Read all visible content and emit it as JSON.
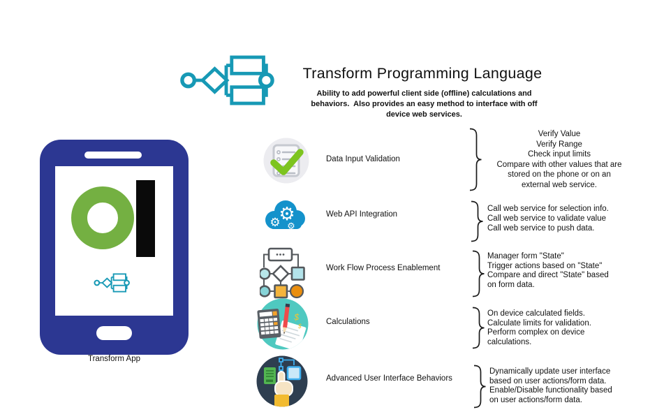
{
  "header": {
    "title": "Transform Programming Language",
    "subtitle_lines": [
      "Ability to add powerful client side (offline) calculations and",
      "behaviors.  Also provides an easy method to interface with off",
      "device web services."
    ],
    "icon": "flowchart-icon"
  },
  "phone": {
    "caption": "Transform App",
    "logo": "green-a-logo",
    "screen_icon": "flowchart-icon"
  },
  "features": [
    {
      "label": "Data Input Validation",
      "icon": "checklist-check-icon",
      "detail_lines": [
        "Verify Value",
        "Verify Range",
        "Check input limits",
        "Compare with other values that are",
        "stored on the phone or on an",
        "external web service."
      ]
    },
    {
      "label": "Web API Integration",
      "icon": "cloud-gears-icon",
      "detail_lines": [
        "Call web service for selection info.",
        "Call web service to validate value",
        "Call web service to push data."
      ]
    },
    {
      "label": "Work Flow Process Enablement",
      "icon": "workflow-diagram-icon",
      "detail_lines": [
        "Manager form \"State\"",
        "Trigger actions based on \"State\"",
        "Compare and direct \"State\" based",
        "on form data."
      ]
    },
    {
      "label": "Calculations",
      "icon": "calculator-pencil-icon",
      "detail_lines": [
        "On device calculated fields.",
        "Calculate limits for validation.",
        "Perform complex on device",
        "calculations."
      ]
    },
    {
      "label": "Advanced User Interface Behaviors",
      "icon": "touch-pointer-icon",
      "detail_lines": [
        "Dynamically update user interface",
        "based on user actions/form data.",
        "Enable/Disable functionality based",
        "on user actions/form data."
      ]
    }
  ],
  "colors": {
    "accent_teal": "#1799b5",
    "phone_navy": "#2c3792",
    "logo_green": "#74b042",
    "cloud_blue": "#1492cb",
    "check_green": "#7dc41f",
    "calc_teal": "#4fc9c0",
    "ui_navy": "#2e3e50",
    "orange_square": "#f4b43c",
    "orange_circle": "#ea8e0e"
  }
}
